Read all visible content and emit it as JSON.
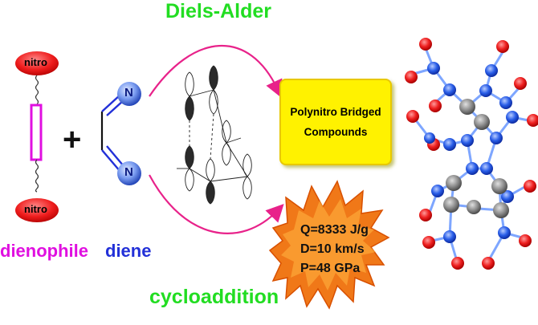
{
  "reaction": {
    "top_label": "Diels-Alder",
    "bottom_label": "cycloaddition",
    "plus": "+"
  },
  "dienophile": {
    "label": "dienophile",
    "top_group": "nitro",
    "bottom_group": "nitro"
  },
  "diene": {
    "label": "diene",
    "top_atom": "N",
    "bottom_atom": "N"
  },
  "product": {
    "line1": "Polynitro Bridged",
    "line2": "Compounds"
  },
  "properties": {
    "q": "Q=8333 J/g",
    "d": "D=10 km/s",
    "p": "P=48 GPa"
  },
  "colors": {
    "green_text": "#22dd22",
    "magenta": "#e010e0",
    "blue": "#2230d8",
    "arrow": "#e8228a",
    "box_yellow": "#fff200",
    "nitro_red": "#ee2222",
    "atom_blue": "#1a4ed8",
    "atom_gray": "#8a8a8a"
  }
}
